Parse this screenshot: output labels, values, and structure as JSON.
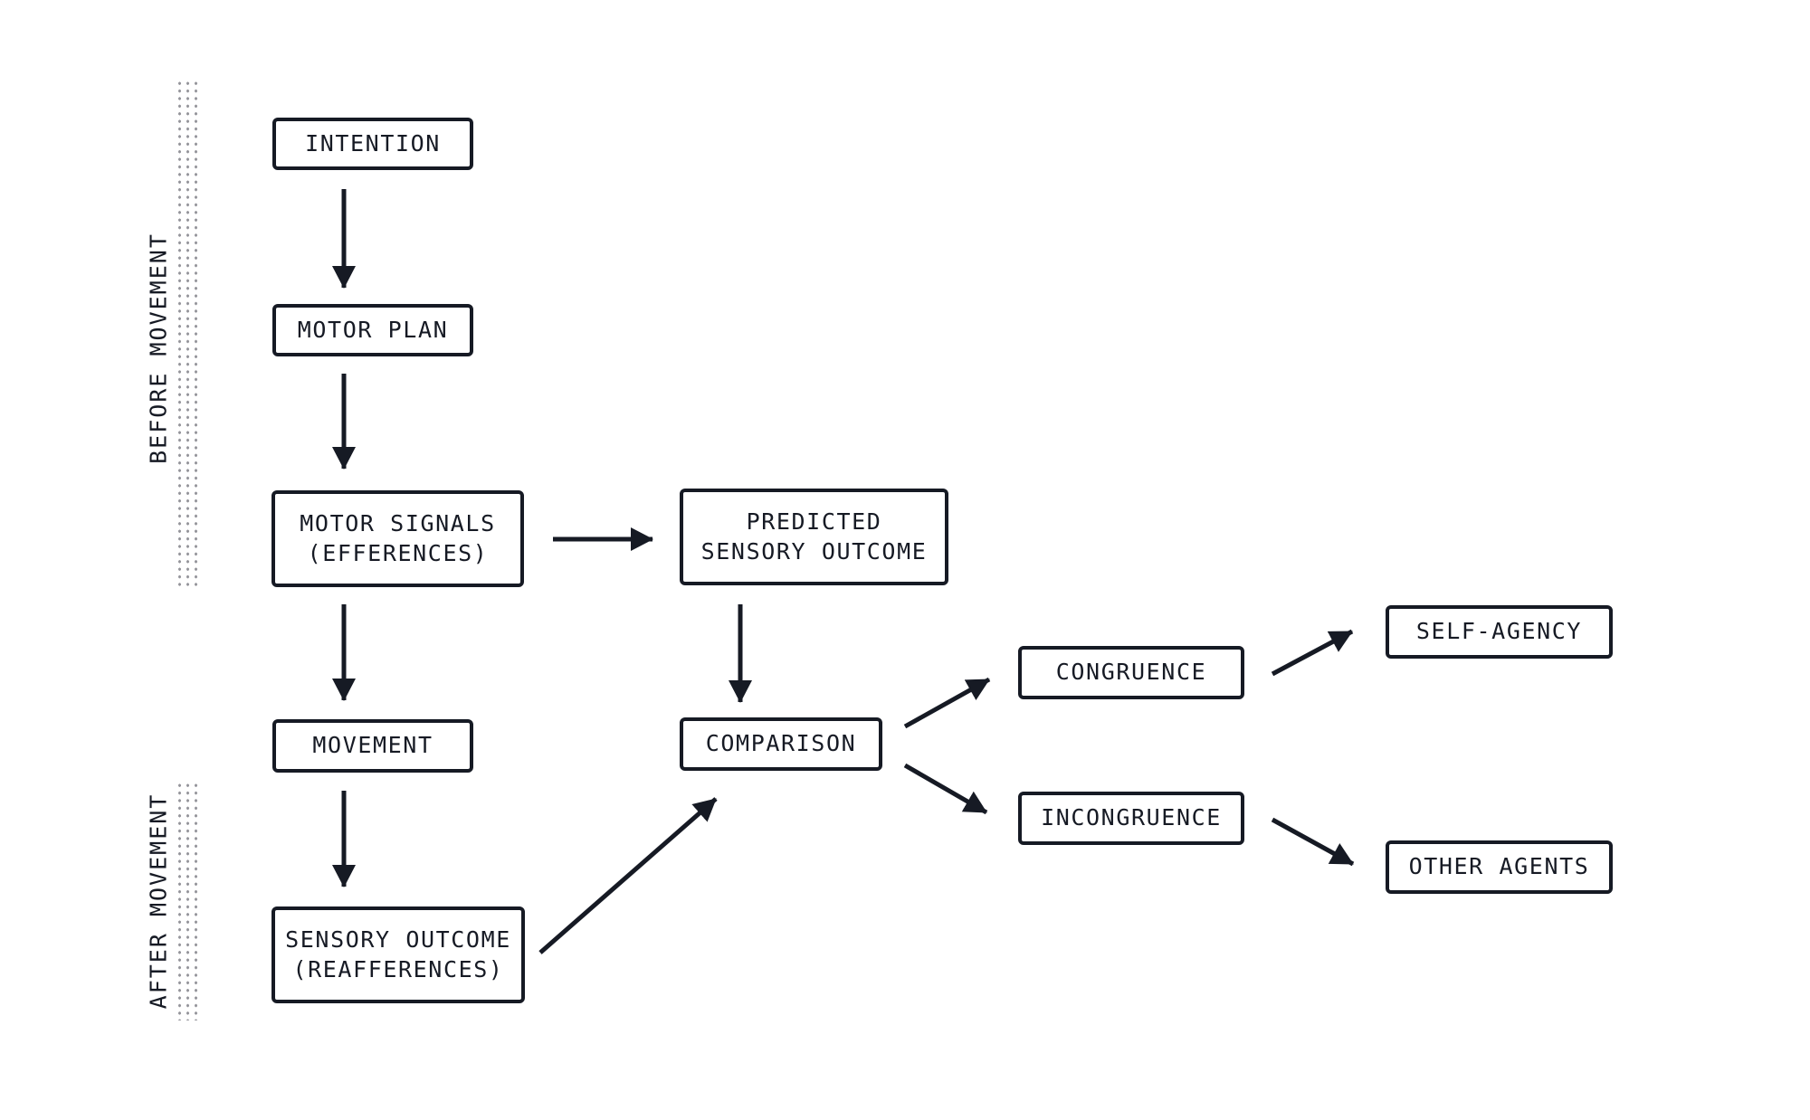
{
  "phase_labels": {
    "before": "BEFORE MOVEMENT",
    "after": "AFTER MOVEMENT"
  },
  "nodes": {
    "intention": {
      "label": "INTENTION"
    },
    "motor_plan": {
      "label": "MOTOR PLAN"
    },
    "motor_signals": {
      "line1": "MOTOR SIGNALS",
      "line2": "(EFFERENCES)"
    },
    "predicted_sensory_outcome": {
      "line1": "PREDICTED",
      "line2": "SENSORY OUTCOME"
    },
    "movement": {
      "label": "MOVEMENT"
    },
    "comparison": {
      "label": "COMPARISON"
    },
    "sensory_outcome": {
      "line1": "SENSORY OUTCOME",
      "line2": "(REAFFERENCES)"
    },
    "congruence": {
      "label": "CONGRUENCE"
    },
    "incongruence": {
      "label": "INCONGRUENCE"
    },
    "self_agency": {
      "label": "SELF-AGENCY"
    },
    "other_agents": {
      "label": "OTHER AGENTS"
    }
  },
  "edges": [
    {
      "from": "INTENTION",
      "to": "MOTOR PLAN"
    },
    {
      "from": "MOTOR PLAN",
      "to": "MOTOR SIGNALS (EFFERENCES)"
    },
    {
      "from": "MOTOR SIGNALS (EFFERENCES)",
      "to": "PREDICTED SENSORY OUTCOME"
    },
    {
      "from": "MOTOR SIGNALS (EFFERENCES)",
      "to": "MOVEMENT"
    },
    {
      "from": "MOVEMENT",
      "to": "SENSORY OUTCOME (REAFFERENCES)"
    },
    {
      "from": "PREDICTED SENSORY OUTCOME",
      "to": "COMPARISON"
    },
    {
      "from": "SENSORY OUTCOME (REAFFERENCES)",
      "to": "COMPARISON"
    },
    {
      "from": "COMPARISON",
      "to": "CONGRUENCE"
    },
    {
      "from": "COMPARISON",
      "to": "INCONGRUENCE"
    },
    {
      "from": "CONGRUENCE",
      "to": "SELF-AGENCY"
    },
    {
      "from": "INCONGRUENCE",
      "to": "OTHER AGENTS"
    }
  ],
  "colors": {
    "ink": "#161a24",
    "dots": "#96969c",
    "background": "#ffffff"
  }
}
